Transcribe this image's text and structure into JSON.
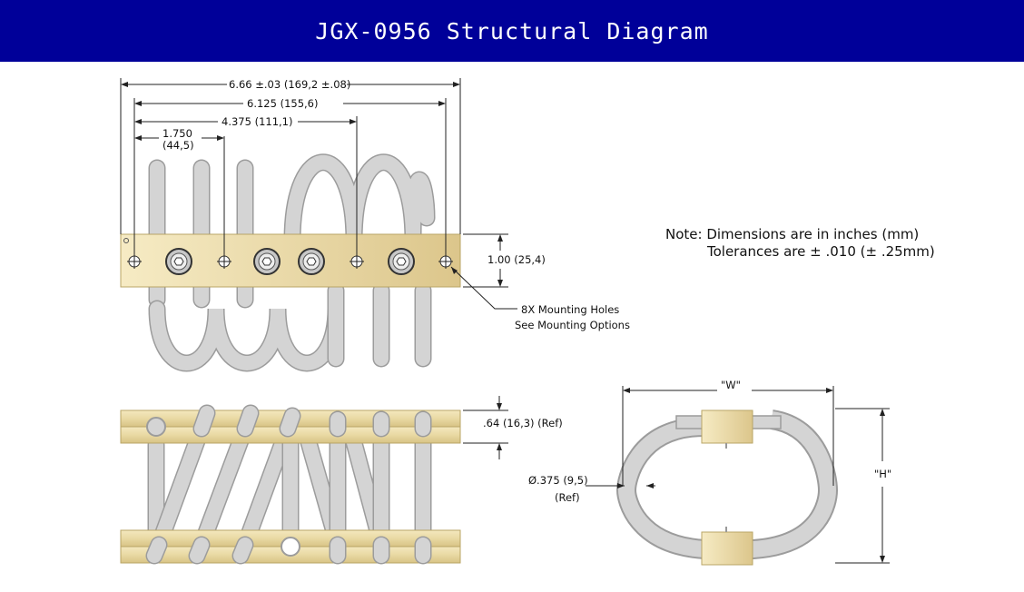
{
  "title": "JGX-0956 Structural Diagram",
  "colors": {
    "title_bar": "#000099",
    "bar_fill": "#e9d9a3",
    "coil": "#d4d4d4",
    "coil_outline": "#9c9c9c"
  },
  "dimensions": {
    "overall": "6.66 ±.03 (169,2 ±.08)",
    "hole_span": "6.125 (155,6)",
    "center": "4.375 (111,1)",
    "pitch_in": "1.750",
    "pitch_mm": "(44,5)",
    "bar_height": "1.00 (25,4)",
    "holes_line1": "8X Mounting Holes",
    "holes_line2": "See Mounting Options",
    "ref_height": ".64 (16,3) (Ref)",
    "wire_dia": "Ø.375 (9,5)",
    "wire_ref": "(Ref)",
    "width": "\"W\"",
    "height": "\"H\""
  },
  "note": {
    "line1": "Note: Dimensions are in inches (mm)",
    "line2": "Tolerances are ± .010 (± .25mm)"
  }
}
